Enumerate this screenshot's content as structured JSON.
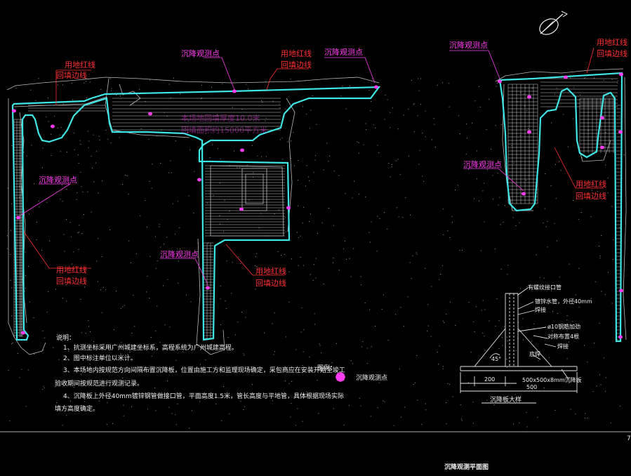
{
  "colors": {
    "background": "#000000",
    "boundary": "#3fe6e6",
    "point": "#ff3df0",
    "red_label": "#ff3030",
    "white_text": "#f0f0f0"
  },
  "labels": {
    "settlement_point": "沉降观测点",
    "red_line": "用地红线",
    "backfill_line": "回填边线",
    "faint_note_1": "本场地回填厚度10.0米",
    "faint_note_2": "回填面积约15000平方米"
  },
  "notes": {
    "heading": "说明：",
    "items": [
      "1、抗测坐标采用广州城建坐标系，高程系统为广州城建高程。",
      "2、图中标注单位以米计。",
      "3、本场地内按规范方向间隔布置沉降板，位置由施工方和监理现场确定，采包商应在安装开始至竣工",
      "验收期间按规范进行观测记录。",
      "4、沉降板上外径40mm镀锌钢管做接口管，平面高度1.5米，管长高度与平地管，具体根据现场实际",
      "填方高度确定。"
    ]
  },
  "legend": {
    "heading": "图例：",
    "item": "沉降观测点"
  },
  "detail": {
    "title": "沉降板大样",
    "label_top": "有螺纹接口管",
    "label_pipe": "镀锌水管，外径40mm",
    "label_weld1": "焊接",
    "label_rebar": "ø10钢筋加劲",
    "label_rebar2": "对称布置4根",
    "label_weld2": "焊接",
    "label_base": "底焊",
    "dim_200": "200",
    "dim_500": "500",
    "label_plate": "500x500x8mm沉降板",
    "angle": "45°"
  },
  "footer": {
    "title": "沉降观测平面图",
    "corner_mark": "7"
  }
}
